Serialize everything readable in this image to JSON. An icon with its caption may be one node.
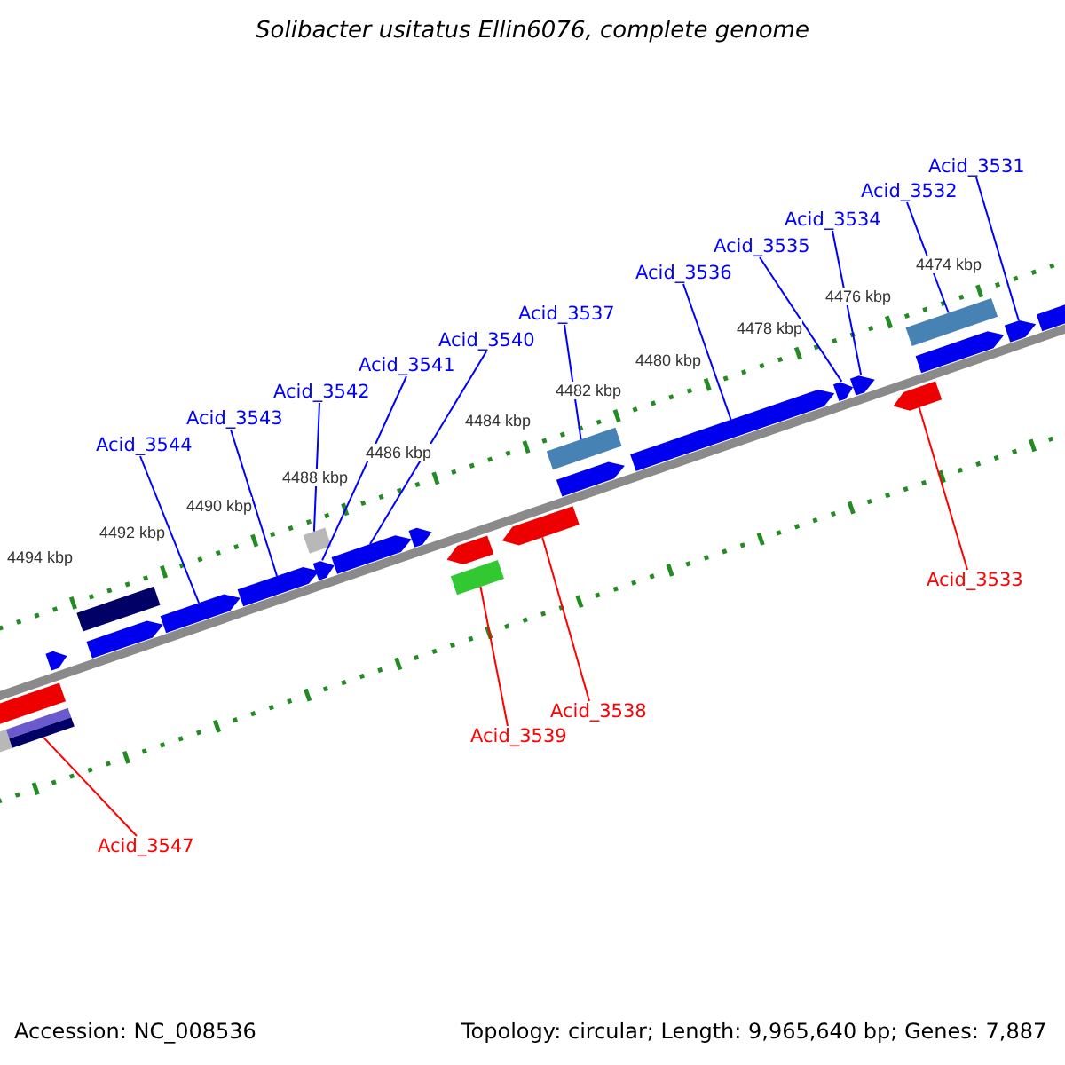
{
  "diagram": {
    "title": "Solibacter usitatus Ellin6076, complete genome",
    "nodes": [
      {
        "text": [
          "Acid_3544"
        ]
      },
      {
        "text": [
          "Acid_3543"
        ]
      },
      {
        "text": [
          "Acid_3542"
        ]
      },
      {
        "text": [
          "Acid_3541"
        ]
      },
      {
        "text": [
          "Acid_3540"
        ]
      },
      {
        "text": [
          "Acid_3537"
        ]
      },
      {
        "text": [
          "Acid_3536"
        ]
      },
      {
        "text": [
          "Acid_3535"
        ]
      },
      {
        "text": [
          "Acid_3534"
        ]
      },
      {
        "text": [
          "Acid_3532"
        ]
      },
      {
        "text": [
          "Acid_3531"
        ]
      },
      {
        "text": [
          "Acid_3533"
        ]
      },
      {
        "text": [
          "Acid_3538"
        ]
      },
      {
        "text": [
          "Acid_3539"
        ]
      },
      {
        "text": [
          "Acid_3547"
        ]
      },
      {
        "text": [],
        "shape": "bar"
      },
      {
        "text": [],
        "shape": "bar"
      },
      {
        "text": [],
        "shape": "bar"
      },
      {
        "text": [],
        "shape": "bar"
      },
      {
        "text": [],
        "shape": "bar"
      },
      {
        "text": [],
        "shape": "bar"
      },
      {
        "text": [],
        "shape": "bar"
      },
      {
        "text": [],
        "shape": "bar"
      },
      {
        "text": [],
        "shape": "bar"
      },
      {
        "text": [],
        "shape": "bar"
      },
      {
        "text": [],
        "shape": "bar"
      },
      {
        "text": [],
        "shape": "bar"
      },
      {
        "text": [],
        "shape": "bar"
      },
      {
        "text": [],
        "shape": "bar"
      },
      {
        "text": [],
        "shape": "bar"
      },
      {
        "text": [],
        "shape": "bar"
      },
      {
        "text": [],
        "shape": "bar"
      },
      {
        "text": [],
        "shape": "bar"
      },
      {
        "text": [],
        "shape": "bar"
      },
      {
        "text": [],
        "shape": "bar"
      },
      {
        "text": [],
        "shape": "bar"
      },
      {
        "text": [],
        "shape": "bar"
      },
      {
        "text": [],
        "shape": "bar"
      },
      {
        "text": [],
        "shape": "bar"
      },
      {
        "text": [],
        "shape": "bar"
      }
    ],
    "edges": [
      {
        "from": 0,
        "to": 21,
        "arrow": "none"
      },
      {
        "from": 1,
        "to": 22,
        "arrow": "none"
      },
      {
        "from": 2,
        "to": 24,
        "arrow": "none"
      },
      {
        "from": 3,
        "to": 23,
        "arrow": "none"
      },
      {
        "from": 4,
        "to": 25,
        "arrow": "none"
      },
      {
        "from": 5,
        "to": 31,
        "arrow": "none"
      },
      {
        "from": 6,
        "to": 32,
        "arrow": "none"
      },
      {
        "from": 7,
        "to": 33,
        "arrow": "none"
      },
      {
        "from": 8,
        "to": 34,
        "arrow": "none"
      },
      {
        "from": 9,
        "to": 37,
        "arrow": "none"
      },
      {
        "from": 10,
        "to": 38,
        "arrow": "none"
      },
      {
        "from": 11,
        "to": 35,
        "arrow": "none",
        "color": "#ff0000"
      },
      {
        "from": 12,
        "to": 29,
        "arrow": "none",
        "color": "#ff0000"
      },
      {
        "from": 13,
        "to": 27,
        "arrow": "none",
        "color": "#ff0000"
      },
      {
        "from": 14,
        "to": 17,
        "arrow": "none",
        "color": "#ff0000"
      }
    ],
    "labels": [
      "4494 kbp",
      "4492 kbp",
      "4490 kbp",
      "4488 kbp",
      "4486 kbp",
      "4484 kbp",
      "4482 kbp",
      "4480 kbp",
      "4478 kbp",
      "4476 kbp",
      "4474 kbp",
      "Accession: NC_008536",
      "Topology: circular; Length: 9,965,640 bp; Genes: 7,887"
    ]
  }
}
